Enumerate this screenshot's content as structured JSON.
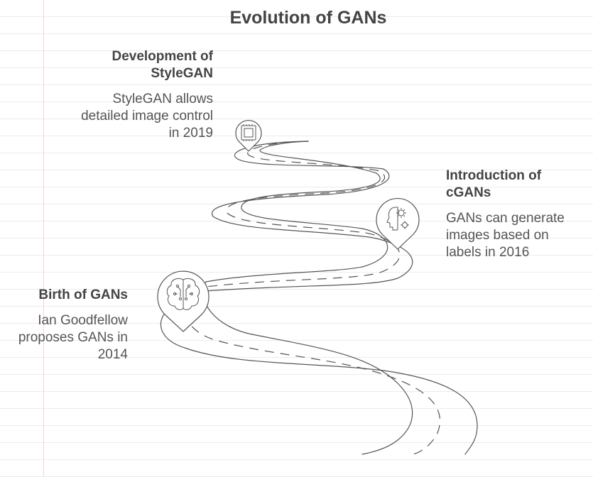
{
  "title": "Evolution of GANs",
  "milestones": [
    {
      "title": "Development of StyleGAN",
      "description": "StyleGAN allows detailed image control in 2019",
      "icon": "chip-icon"
    },
    {
      "title": "Introduction of cGANs",
      "description": "GANs can generate images based on labels in 2016",
      "icon": "head-gear-icon"
    },
    {
      "title": "Birth of GANs",
      "description": "Ian Goodfellow proposes GANs in 2014",
      "icon": "brain-circuit-icon"
    }
  ]
}
